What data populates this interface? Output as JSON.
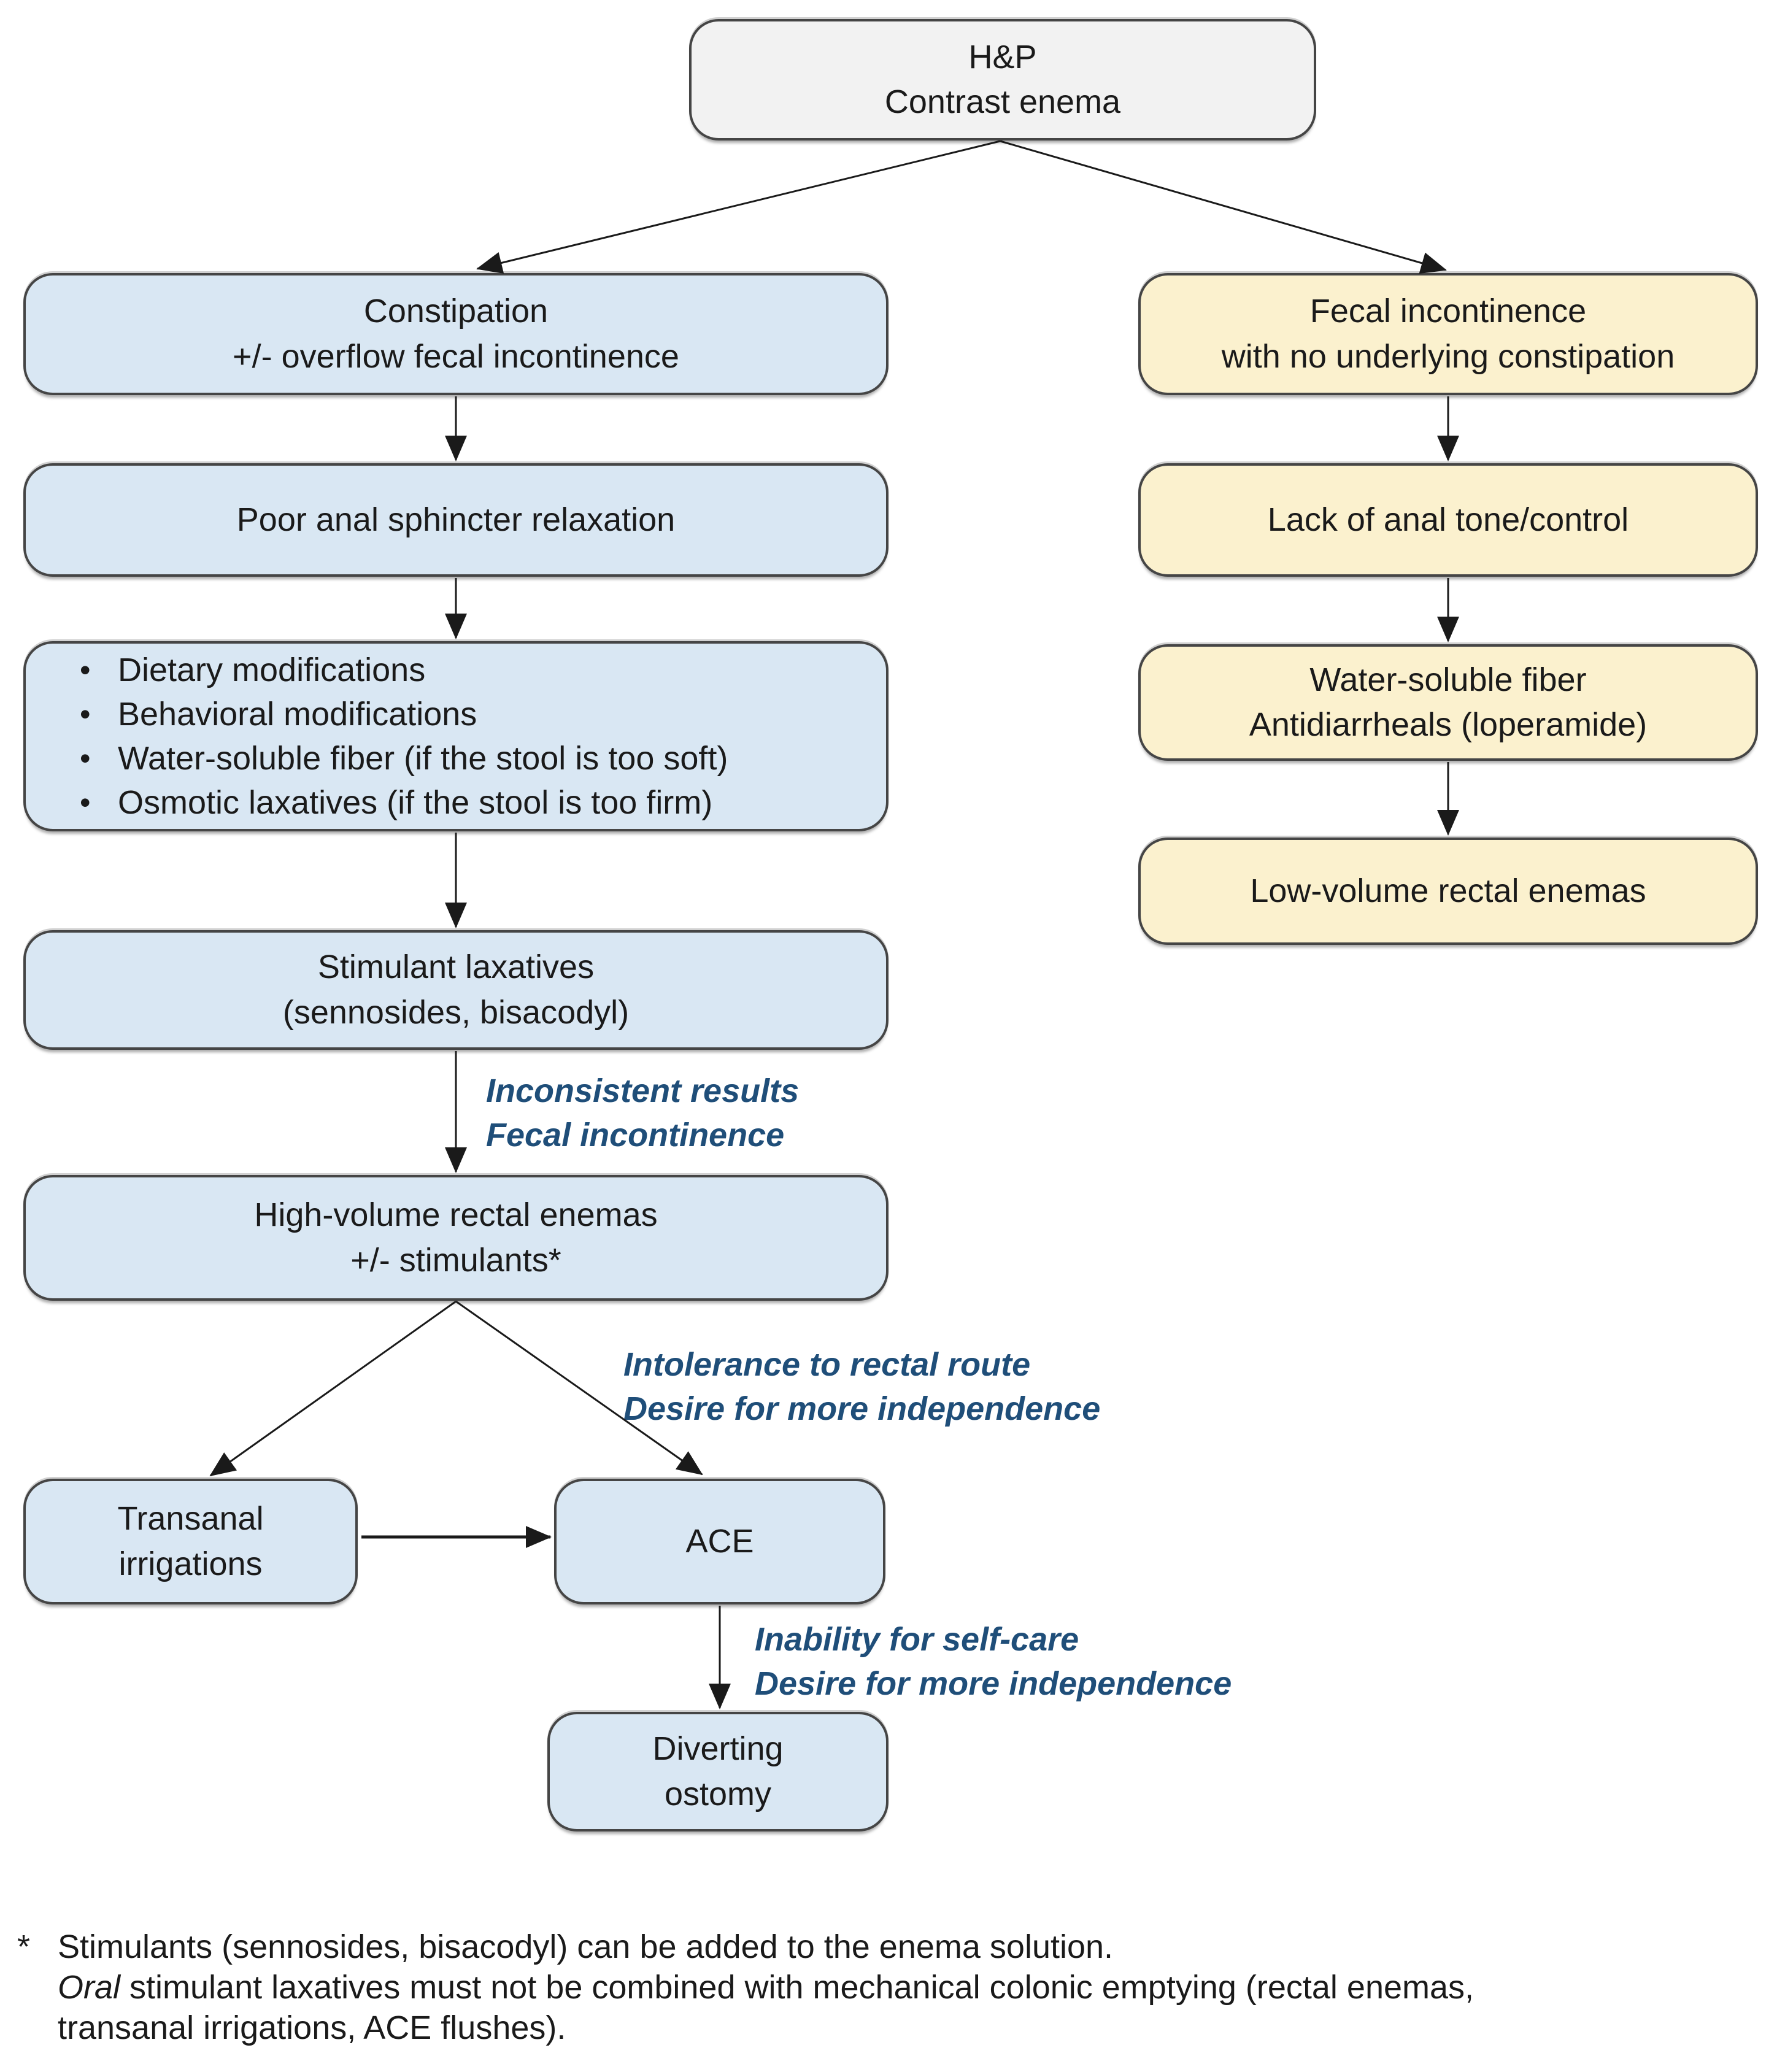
{
  "nodes": {
    "hp": {
      "line1": "H&P",
      "line2": "Contrast enema"
    },
    "constipation": {
      "line1": "Constipation",
      "line2": "+/- overflow fecal incontinence"
    },
    "poor_sphincter": {
      "line1": "Poor anal sphincter relaxation"
    },
    "conservative": {
      "items": [
        "Dietary modifications",
        "Behavioral modifications",
        "Water-soluble fiber (if the stool is too soft)",
        "Osmotic laxatives (if the stool is too firm)"
      ]
    },
    "stimulant": {
      "line1": "Stimulant laxatives",
      "line2": "(sennosides, bisacodyl)"
    },
    "high_volume": {
      "line1": "High-volume rectal enemas",
      "line2": "+/- stimulants*"
    },
    "transanal": {
      "line1": "Transanal",
      "line2": "irrigations"
    },
    "ace": {
      "line1": "ACE"
    },
    "diverting": {
      "line1": "Diverting",
      "line2": "ostomy"
    },
    "fecal_incontinence": {
      "line1": "Fecal incontinence",
      "line2": "with no underlying constipation"
    },
    "lack_tone": {
      "line1": "Lack of anal tone/control"
    },
    "water_fiber": {
      "line1": "Water-soluble fiber",
      "line2": "Antidiarrheals (loperamide)"
    },
    "low_volume": {
      "line1": "Low-volume rectal enemas"
    }
  },
  "edge_labels": {
    "after_stimulant": {
      "line1": "Inconsistent results",
      "line2": "Fecal incontinence"
    },
    "after_high_volume": {
      "line1": "Intolerance to rectal route",
      "line2": "Desire for more independence"
    },
    "after_ace": {
      "line1": "Inability for self-care",
      "line2": "Desire for more independence"
    }
  },
  "footnote": {
    "marker": "*",
    "line1": "Stimulants (sennosides, bisacodyl) can be added to the enema solution.",
    "line2_italic": "Oral",
    "line2_rest": " stimulant laxatives must not be combined with mechanical colonic emptying (rectal enemas,",
    "line3": "transanal irrigations, ACE flushes)."
  },
  "colors": {
    "box_blue_fill": "#d9e7f3",
    "box_yellow_fill": "#fbf1ce",
    "box_gray_fill": "#f2f2f2",
    "box_border": "#454545",
    "label_blue": "#1f4e79",
    "ink": "#1a1a1a",
    "arrow": "#1a1a1a"
  }
}
